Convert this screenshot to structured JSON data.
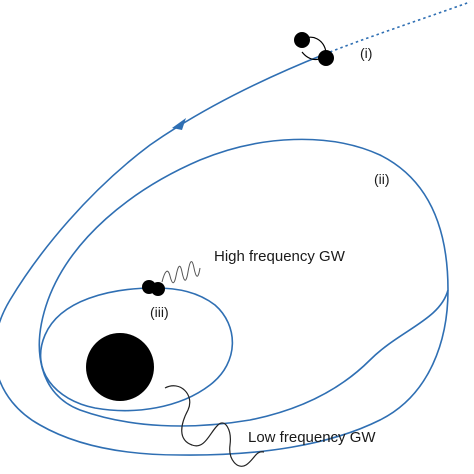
{
  "labels": {
    "stage_1": "(i)",
    "stage_2": "(ii)",
    "stage_3": "(iii)",
    "high_frequency": "High frequency GW",
    "low_frequency": "Low frequency GW"
  },
  "colors": {
    "orbit": "#2f6fb3",
    "black_hole": "#000000",
    "binary": "#000000",
    "wave": "#222222"
  }
}
